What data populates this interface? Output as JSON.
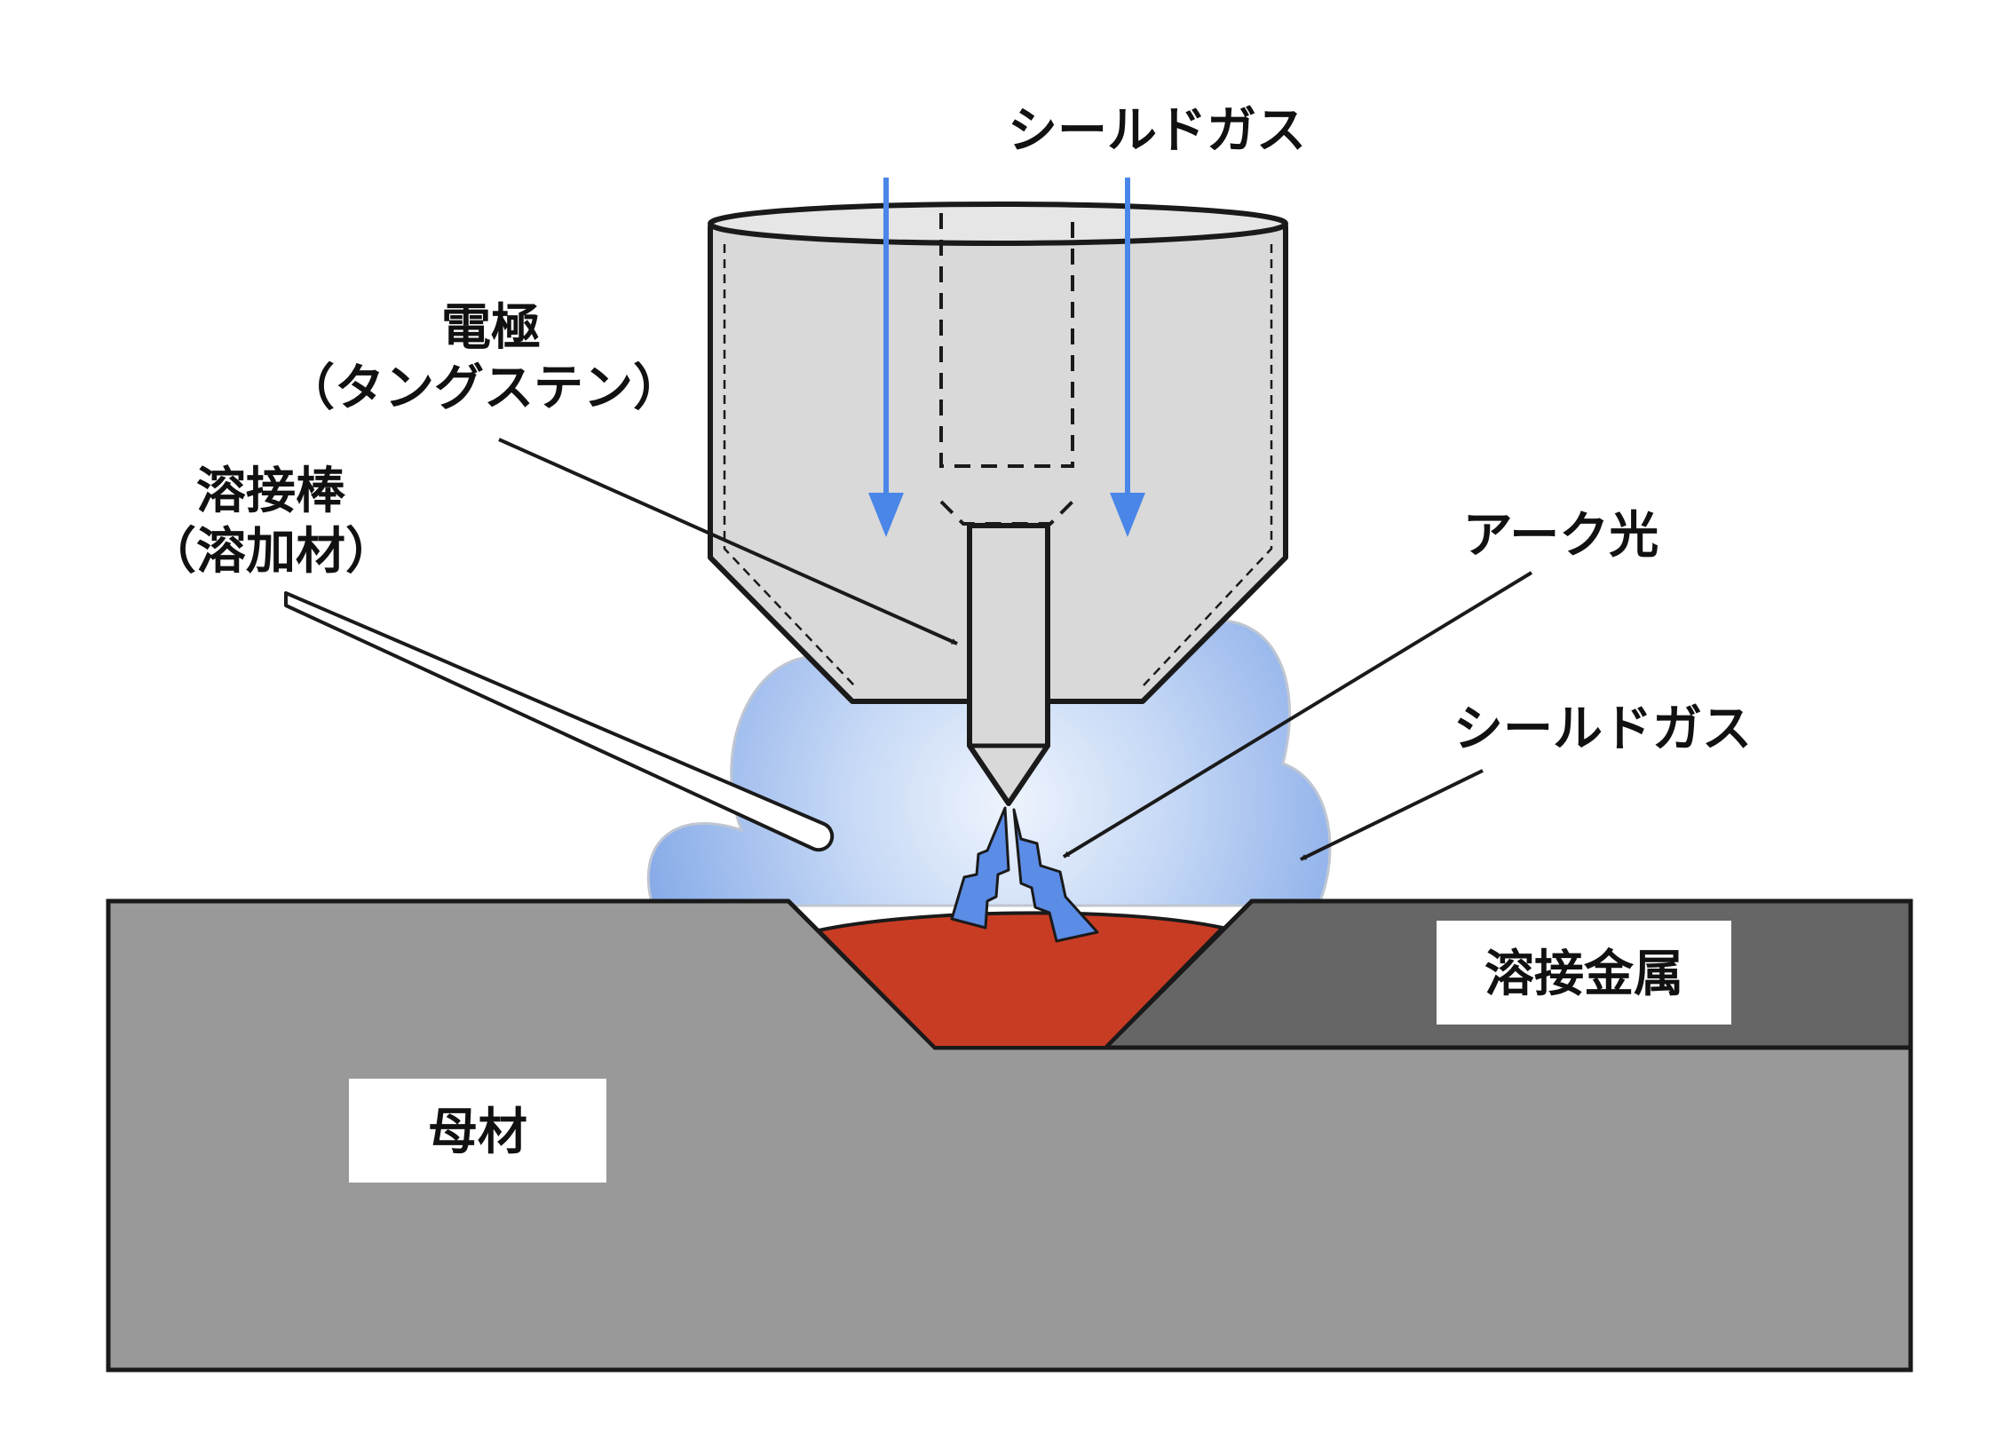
{
  "labels": {
    "shield_gas_top": "シールドガス",
    "electrode_line1": "電極",
    "electrode_line2": "（タングステン）",
    "filler_line1": "溶接棒",
    "filler_line2": "（溶加材）",
    "arc_light": "アーク光",
    "shield_gas_right": "シールドガス",
    "weld_metal": "溶接金属",
    "base_metal": "母材"
  },
  "colors": {
    "base_metal": "#999999",
    "weld_metal_dark": "#666666",
    "molten_pool": "#C83C24",
    "nozzle": "#D9D9D9",
    "gas_flow_arrow": "#4A86E8",
    "shield_cloud_edge": "#7FA6E6",
    "shield_cloud_center": "#E8F0FC",
    "outline": "#1A1A1A"
  }
}
